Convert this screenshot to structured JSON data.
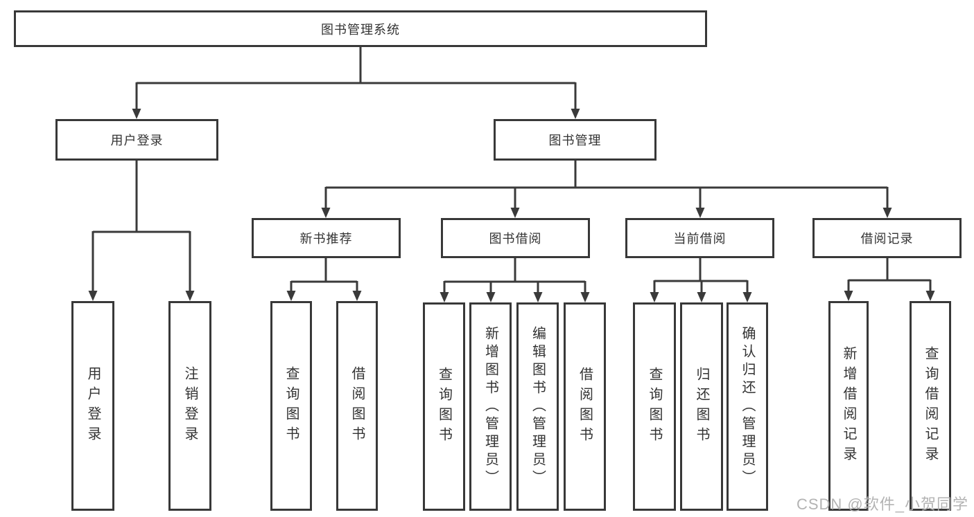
{
  "tree": {
    "label": "图书管理系统",
    "children": [
      {
        "label": "用户登录",
        "children": [
          {
            "label": "用户登录"
          },
          {
            "label": "注销登录"
          }
        ]
      },
      {
        "label": "图书管理",
        "children": [
          {
            "label": "新书推荐",
            "children": [
              {
                "label": "查询图书"
              },
              {
                "label": "借阅图书"
              }
            ]
          },
          {
            "label": "图书借阅",
            "children": [
              {
                "label": "查询图书"
              },
              {
                "label": "新增图书（管理员）"
              },
              {
                "label": "编辑图书（管理员）"
              },
              {
                "label": "借阅图书"
              }
            ]
          },
          {
            "label": "当前借阅",
            "children": [
              {
                "label": "查询图书"
              },
              {
                "label": "归还图书"
              },
              {
                "label": "确认归还（管理员）"
              }
            ]
          },
          {
            "label": "借阅记录",
            "children": [
              {
                "label": "新增借阅记录"
              },
              {
                "label": "查询借阅记录"
              }
            ]
          }
        ]
      }
    ]
  },
  "watermark": {
    "text": "CSDN @软件_小贺同学"
  },
  "colors": {
    "border": "#383838",
    "line": "#3a3a3a",
    "text": "#333333",
    "background": "#ffffff",
    "watermark": "#afafaf"
  }
}
